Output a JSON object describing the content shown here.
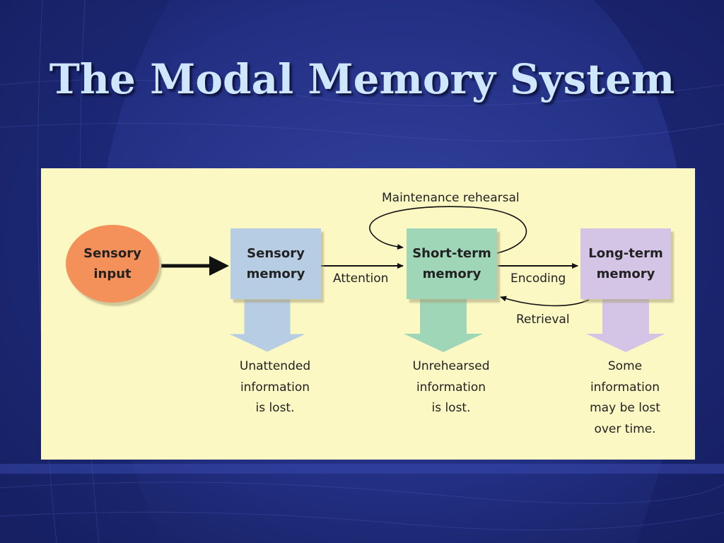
{
  "slide": {
    "title": "The Modal Memory System"
  },
  "colors": {
    "background": "#1d2a78",
    "title": "#cfe6ff",
    "panel": "#fbf8c4",
    "sensory_input": "#f4905a",
    "sensory_memory": "#b7cde3",
    "short_term": "#9fd6b7",
    "long_term": "#d4c4e6"
  },
  "diagram": {
    "nodes": {
      "sensory_input": {
        "line1": "Sensory",
        "line2": "input",
        "shape": "ellipse"
      },
      "sensory_memory": {
        "line1": "Sensory",
        "line2": "memory",
        "shape": "box"
      },
      "short_term_memory": {
        "line1": "Short-term",
        "line2": "memory",
        "shape": "box"
      },
      "long_term_memory": {
        "line1": "Long-term",
        "line2": "memory",
        "shape": "box"
      }
    },
    "edges": {
      "attention": "Attention",
      "maintenance_rehearsal": "Maintenance rehearsal",
      "encoding": "Encoding",
      "retrieval": "Retrieval"
    },
    "losses": {
      "sensory": {
        "line1": "Unattended",
        "line2": "information",
        "line3": "is lost."
      },
      "short_term": {
        "line1": "Unrehearsed",
        "line2": "information",
        "line3": "is lost."
      },
      "long_term": {
        "line1": "Some",
        "line2": "information",
        "line3": "may be lost",
        "line4": "over time."
      }
    }
  }
}
